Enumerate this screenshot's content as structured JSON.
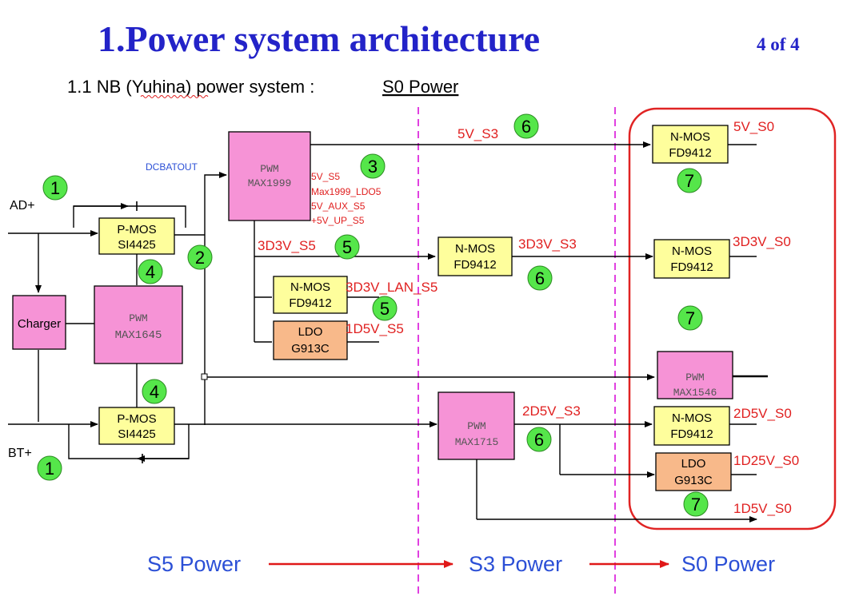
{
  "title": "1.Power system architecture",
  "page_number": "4 of 4",
  "subtitle": {
    "prefix": "1.1 NB (Yuhina) power system :",
    "emphasis": "S0 Power"
  },
  "blocks": {
    "pwm_max1999": {
      "type": "PWM",
      "part": "MAX1999"
    },
    "pwm_max1645": {
      "type": "PWM",
      "part": "MAX1645"
    },
    "charger": {
      "label": "Charger"
    },
    "pmos_top": {
      "type": "P-MOS",
      "part": "SI4425"
    },
    "pmos_bottom": {
      "type": "P-MOS",
      "part": "SI4425"
    },
    "nmos_lan": {
      "type": "N-MOS",
      "part": "FD9412"
    },
    "ldo_s5": {
      "type": "LDO",
      "part": "G913C"
    },
    "nmos_s3": {
      "type": "N-MOS",
      "part": "FD9412"
    },
    "pwm_max1715": {
      "type": "PWM",
      "part": "MAX1715"
    },
    "nmos_5v_s0": {
      "type": "N-MOS",
      "part": "FD9412"
    },
    "nmos_3d3v_s0": {
      "type": "N-MOS",
      "part": "FD9412"
    },
    "pwm_max1546": {
      "type": "PWM",
      "part": "MAX1546"
    },
    "nmos_2d5v_s0": {
      "type": "N-MOS",
      "part": "FD9412"
    },
    "ldo_s0": {
      "type": "LDO",
      "part": "G913C"
    }
  },
  "labels": {
    "ad_plus": "AD+",
    "bt_plus": "BT+",
    "dcbatout": "DCBATOUT",
    "max1999_outputs": [
      "5V_S5",
      "Max1999_LDO5",
      "5V_AUX_S5",
      "+5V_UP_S5"
    ],
    "v5_s3": "5V_S3",
    "v3d3_s5": "3D3V_S5",
    "v3d3_lan_s5": "3D3V_LAN_S5",
    "v1d5_s5": "1D5V_S5",
    "v3d3_s3": "3D3V_S3",
    "v2d5_s3": "2D5V_S3",
    "v5_s0": "5V_S0",
    "v3d3_s0": "3D3V_S0",
    "v2d5_s0": "2D5V_S0",
    "v1d25_s0": "1D25V_S0",
    "v1d5_s0": "1D5V_S0"
  },
  "markers": [
    "1",
    "1",
    "2",
    "3",
    "4",
    "4",
    "5",
    "5",
    "6",
    "6",
    "6",
    "7",
    "7",
    "7"
  ],
  "states": [
    "S5 Power",
    "S3 Power",
    "S0 Power"
  ],
  "colors": {
    "title": "#2323c8",
    "pwm_block": "#f693d6",
    "mos_block": "#fefe9c",
    "ldo_block": "#f8b98a",
    "rail_label": "#e02020",
    "marker": "#55e64a",
    "divider": "#e040e0",
    "state_label": "#2b4fd6"
  }
}
